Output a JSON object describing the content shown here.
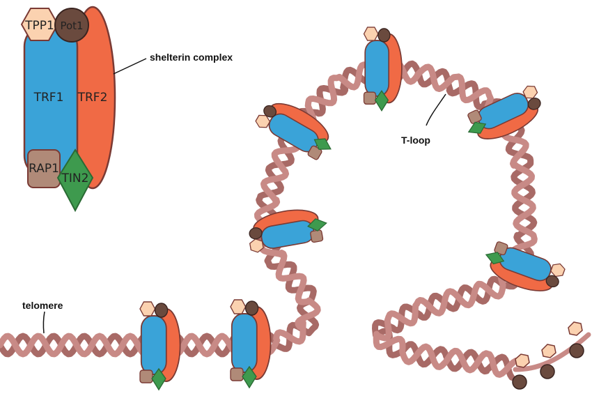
{
  "labels": {
    "shelterin": "shelterin complex",
    "tloop": "T-loop",
    "telomere": "telomere"
  },
  "proteins": {
    "tpp1": "TPP1",
    "pot1": "Pot1",
    "trf1": "TRF1",
    "trf2": "TRF2",
    "rap1": "RAP1",
    "tin2": "TIN2"
  },
  "colors": {
    "dna": "#c88a86",
    "dna_shadow": "#a86a66",
    "trf1": "#3aa3d8",
    "trf2": "#f06a45",
    "tpp1": "#fbd2b0",
    "pot1": "#6a4a3e",
    "rap1": "#b08a78",
    "tin2": "#3e9a4e",
    "outline": "#7a3a34"
  }
}
